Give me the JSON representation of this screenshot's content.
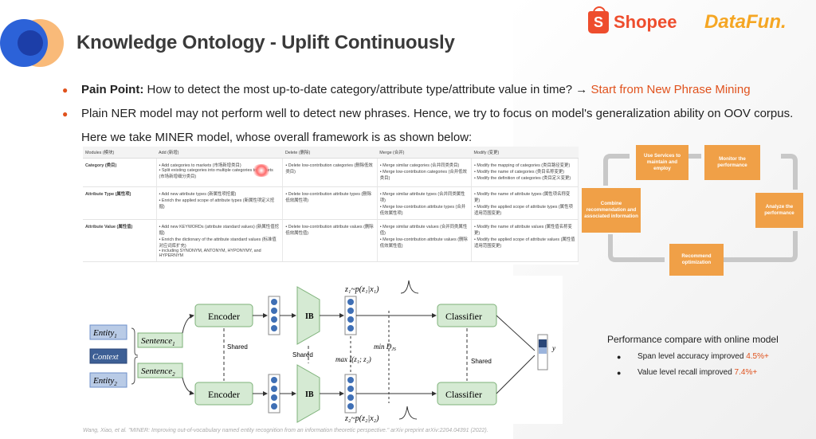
{
  "slide": {
    "title": "Knowledge Ontology - Uplift Continuously"
  },
  "logos": {
    "shopee": "Shopee",
    "shopee_mark": "S",
    "datafun": "DataFun."
  },
  "bullets": [
    {
      "label": "Pain Point:",
      "text": " How to detect the most up-to-date category/attribute type/attribute value in time? → ",
      "highlight": "Start from New Phrase Mining"
    },
    {
      "text": "Plain NER model may not perform well to detect new phrases. Hence, we try to focus on model's generalization ability on OOV corpus. Here we take MINER model, whose overall framework is as shown below:"
    }
  ],
  "table": {
    "headers": [
      "Modules (模块)",
      "Add (新增)",
      "Delete (删除)",
      "Merge (合并)",
      "Modify (变更)"
    ],
    "rows": [
      {
        "head": "Category (类目)",
        "add": "• Add categories to markets (市场新增类目)\n• Split existing categories into multiple categories to markets (市场新增细分类目)",
        "delete": "• Delete low-contribution categories (删除低效类目)",
        "merge": "• Merge similar categories (合并同类类目)\n• Merge low-contribution categories (合并低效类目)",
        "modify": "• Modify the mapping of categories (类目路径变更)\n• Modify the name of categories (类目名称变更)\n• Modify the definition of categories (类目定义变更)"
      },
      {
        "head": "Attribute Type (属性项)",
        "add": "• Add new attribute types (新属性项挖掘)\n• Enrich the applied scope of attribute types (新属性项定义挖掘)",
        "delete": "• Delete low-contribution attribute types (删除低效属性项)",
        "merge": "• Merge similar attribute types (合并同类属性项)\n• Merge low-contribution attribute types (合并低效属性项)",
        "modify": "• Modify the name of attribute types (属性项名称变更)\n• Modify the applied scope of attribute types (属性项适用范围变更)"
      },
      {
        "head": "Attribute Value (属性值)",
        "add": "• Add new KEYWORDs (attribute standard values) (新属性值挖掘)\n• Enrich the dictionary of the attribute standard values (标准值对应词库扩充)\n  • including SYNONYM, ANTONYM, HYPONYMY, and HYPERNYM",
        "delete": "• Delete low-contribution attribute values (删除低效属性值)",
        "merge": "• Merge similar attribute values (合并同类属性值)\n• Merge low-contribution attribute values (删除低效属性值)",
        "modify": "• Modify the name of attribute values (属性值名称变更)\n• Modify the applied scope of attribute values (属性值适用范围变更)"
      }
    ]
  },
  "cycle": {
    "use_services": "Use Services to maintain and employ",
    "monitor": "Monitor the performance",
    "analyze": "Analyze the performance",
    "recommend": "Recommend optimization",
    "combine": "Combine recommendation and associated information"
  },
  "framework": {
    "entity1": "Entity",
    "entity1_sub": "1",
    "context": "Context",
    "entity2": "Entity",
    "entity2_sub": "2",
    "sentence1": "Sentence",
    "sentence1_sub": "1",
    "sentence2": "Sentence",
    "sentence2_sub": "2",
    "encoder": "Encoder",
    "shared": "Shared",
    "ib": "IB",
    "classifier": "Classifier",
    "z1": "z₁~p(z₁|x₁)",
    "z2": "z₂~p(z₂|x₂)",
    "min_label": "min D",
    "min_sub": "JS",
    "max_label": "max I(z₁; z₂)",
    "y": "y"
  },
  "citation": "Wang, Xiao, et al. \"MINER: Improving out-of-vocabulary named entity recognition from an information theoretic perspective.\" arXiv preprint arXiv:2204.04391 (2022).",
  "performance": {
    "title": "Performance compare with online model",
    "items": [
      {
        "text": "Span level accuracy improved ",
        "value": "4.5%+"
      },
      {
        "text": "Value level recall improved ",
        "value": "7.4%+"
      }
    ]
  },
  "colors": {
    "accent": "#e0521d",
    "shopee": "#ee4d2d",
    "datafun": "#f5a623",
    "cycle_box": "#f0a047",
    "framework_green": "#d5ead3",
    "framework_blue": "#3f6fb5"
  }
}
